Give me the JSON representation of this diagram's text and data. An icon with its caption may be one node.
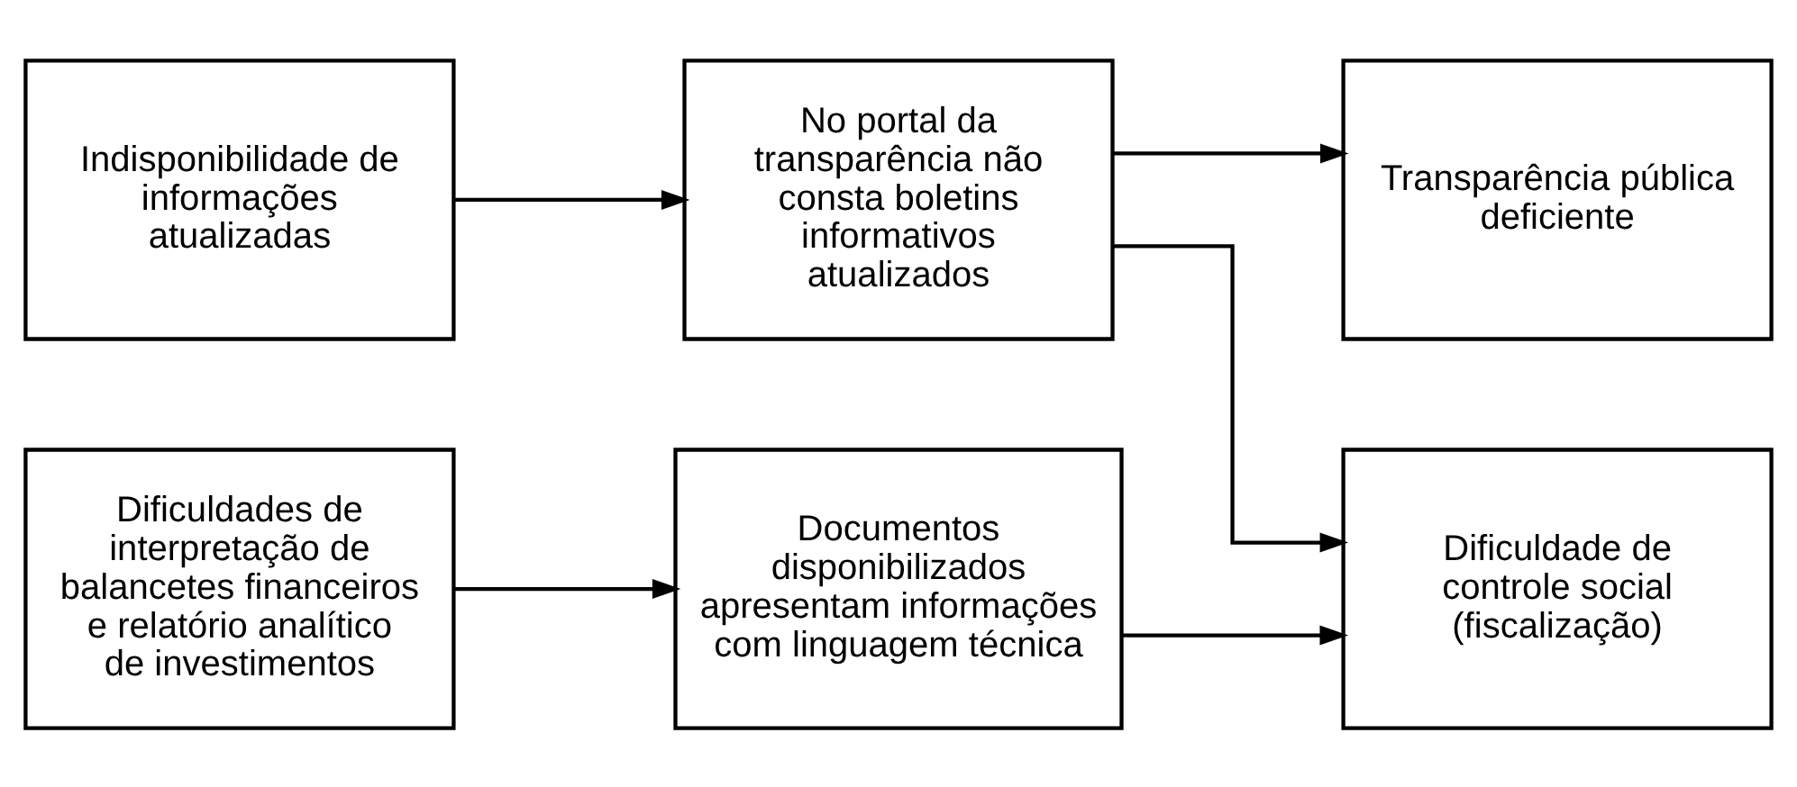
{
  "diagram": {
    "nodes": [
      {
        "text": [
          "Indisponibilidade de informações atualizadas"
        ]
      },
      {
        "text": [
          "No portal da transparência não consta boletins informativos atualizados"
        ]
      },
      {
        "text": [
          "Transparência pública deficiente"
        ]
      },
      {
        "text": [
          "Dificuldades de interpretação de balancetes financeiros e relatório analítico de investimentos"
        ]
      },
      {
        "text": [
          "Documentos disponibilizados apresentam informações com linguagem técnica"
        ]
      },
      {
        "text": [
          "Dificuldade de controle social (fiscalização)"
        ]
      }
    ],
    "edges": [
      {
        "from": 0,
        "to": 1,
        "arrow": "to"
      },
      {
        "from": 1,
        "to": 2,
        "arrow": "to"
      },
      {
        "from": 1,
        "to": 5,
        "arrow": "to"
      },
      {
        "from": 3,
        "to": 4,
        "arrow": "to"
      },
      {
        "from": 4,
        "to": 5,
        "arrow": "to"
      }
    ]
  }
}
